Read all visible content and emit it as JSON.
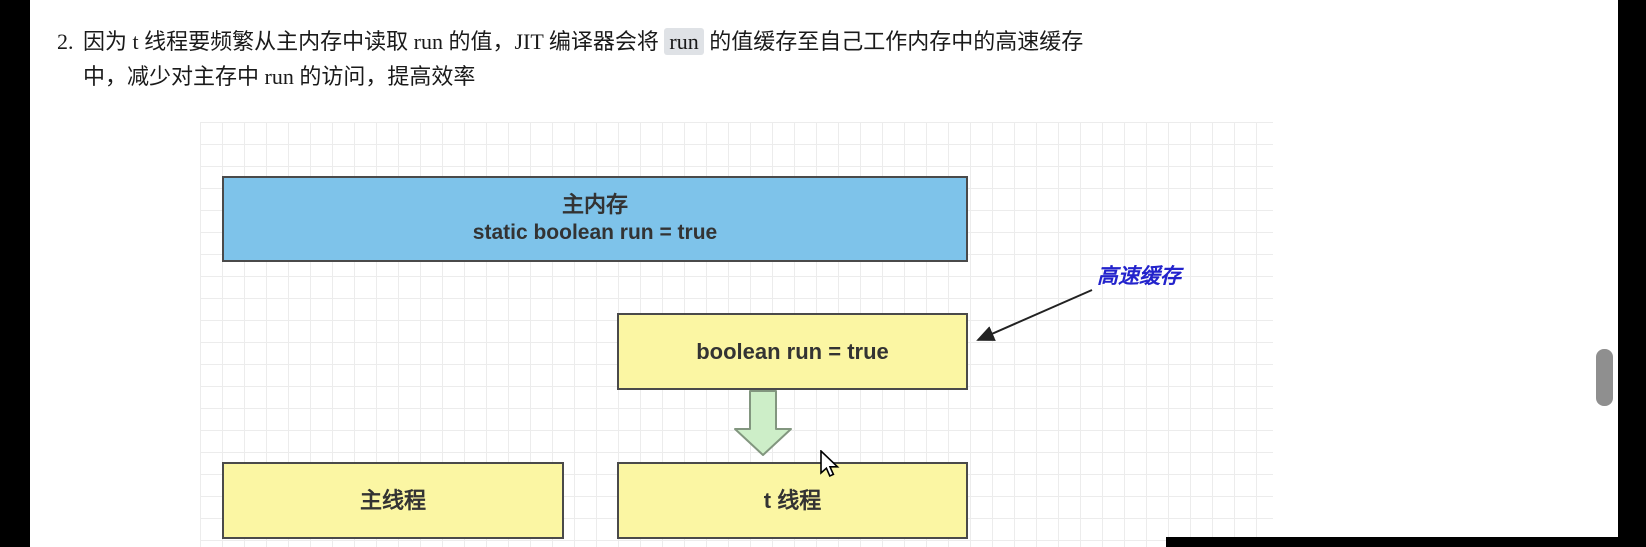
{
  "page": {
    "note_number": "2.",
    "note_part1": "因为 t 线程要频繁从主内存中读取 run 的值，JIT 编译器会将 ",
    "note_highlight": "run",
    "note_part2": " 的值缓存至自己工作内存中的高速缓存",
    "note_part3": "中，减少对主存中 run 的访问，提高效率"
  },
  "diagram": {
    "main_memory_title": "主内存",
    "main_memory_subtitle": "static boolean run = true",
    "cache_box_label": "boolean run = true",
    "cache_annotation": "高速缓存",
    "main_thread_label": "主线程",
    "t_thread_label": "t 线程"
  },
  "colors": {
    "main_memory_fill": "#7ec3ea",
    "yellow_box_fill": "#fbf6a3",
    "green_arrow_fill": "#cdeec8",
    "green_arrow_stroke": "#82967f",
    "annotation_blue": "#2323cc",
    "inline_code_bg": "#dfe2e6",
    "box_border": "#4a4a4a"
  }
}
